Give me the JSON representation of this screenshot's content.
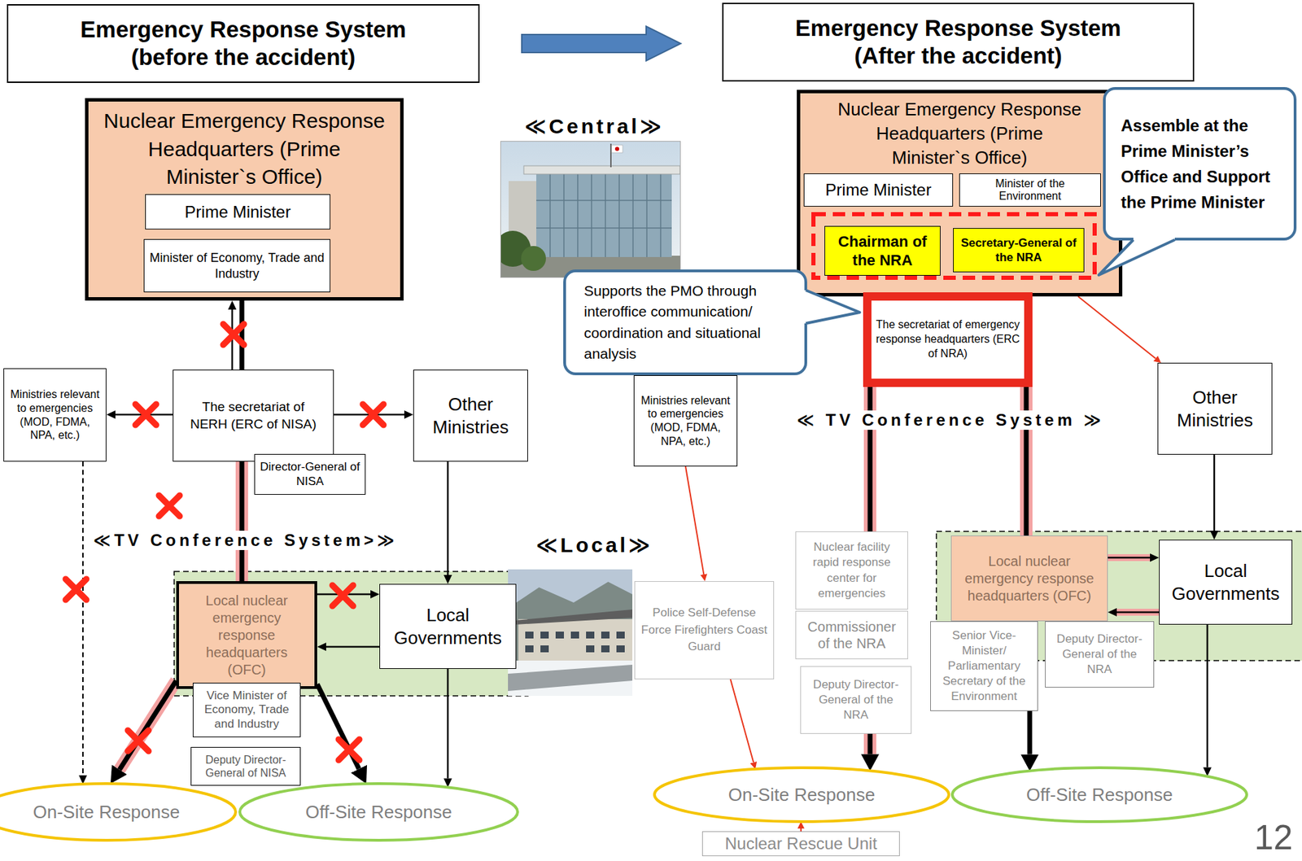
{
  "diagram": {
    "nodes": [
      {
        "text": [
          "Emergency Response System (before the accident)"
        ]
      },
      {
        "text": [
          "Emergency Response System (After the accident)"
        ]
      },
      {
        "text": [
          "Nuclear Emergency Response Headquarters (Prime Minister`s Office)"
        ]
      },
      {
        "text": [
          "Prime Minister"
        ],
        "in": 2
      },
      {
        "text": [
          "Minister of Economy, Trade and Industry"
        ],
        "in": 2
      },
      {
        "text": [
          "Ministries relevant to emergencies (MOD, FDMA, NPA, etc.)"
        ]
      },
      {
        "text": [
          "The secretariat of NERH (ERC of NISA)"
        ]
      },
      {
        "text": [
          "Director-General of NISA"
        ]
      },
      {
        "text": [
          "Other Ministries"
        ]
      },
      {
        "text": [
          "Local nuclear emergency response headquarters (OFC)"
        ]
      },
      {
        "text": [
          "Vice Minister of Economy, Trade and Industry"
        ]
      },
      {
        "text": [
          "Deputy Director-General of NISA"
        ]
      },
      {
        "text": [
          "Local Governments"
        ]
      },
      {
        "text": [
          "On-Site Response"
        ]
      },
      {
        "text": [
          "Off-Site Response"
        ]
      },
      {
        "text": [
          "Nuclear Emergency Response Headquarters (Prime Minister`s Office)"
        ]
      },
      {
        "text": [
          "Prime Minister"
        ],
        "in": 15
      },
      {
        "text": [
          "Minister of the Environment"
        ],
        "in": 15
      },
      {
        "text": [
          "Chairman of the NRA"
        ],
        "in": 15
      },
      {
        "text": [
          "Secretary-General of the NRA"
        ],
        "in": 15
      },
      {
        "text": [
          "Assemble at the Prime Minister’s Office and Support the Prime Minister"
        ]
      },
      {
        "text": [
          "Supports the PMO through interoffice communication/ coordination and situational analysis"
        ]
      },
      {
        "text": [
          "The secretariat of emergency response headquarters (ERC of NRA)"
        ]
      },
      {
        "text": [
          "Ministries relevant to emergencies (MOD, FDMA, NPA, etc.)"
        ]
      },
      {
        "text": [
          "Other Ministries"
        ]
      },
      {
        "text": [
          "Nuclear facility rapid response center for emergencies"
        ]
      },
      {
        "text": [
          "Commissioner of the NRA"
        ]
      },
      {
        "text": [
          "Deputy Director-General of the NRA"
        ]
      },
      {
        "text": [
          "Local nuclear emergency response headquarters (OFC)"
        ]
      },
      {
        "text": [
          "Senior Vice-Minister/ Parliamentary Secretary of the Environment"
        ]
      },
      {
        "text": [
          "Deputy Director-General of the NRA"
        ]
      },
      {
        "text": [
          "Local Governments"
        ]
      },
      {
        "text": [
          "Police Self-Defense Force Firefighters Coast Guard"
        ]
      },
      {
        "text": [
          "On-Site Response"
        ]
      },
      {
        "text": [
          "Off-Site Response"
        ]
      },
      {
        "text": [
          "Nuclear Rescue Unit"
        ]
      }
    ],
    "edges": [
      {
        "from": 6,
        "to": 2,
        "arrow": "to"
      },
      {
        "from": 2,
        "to": 6,
        "arrow": "none"
      },
      {
        "from": 6,
        "to": 5,
        "arrow": "to"
      },
      {
        "from": 6,
        "to": 8,
        "arrow": "to"
      },
      {
        "from": 6,
        "to": 9,
        "arrow": "none"
      },
      {
        "from": 5,
        "to": 13,
        "arrow": "to"
      },
      {
        "from": 8,
        "to": 12,
        "arrow": "to"
      },
      {
        "from": 9,
        "to": 12,
        "arrow": "to"
      },
      {
        "from": 12,
        "to": 9,
        "arrow": "to"
      },
      {
        "from": 9,
        "to": 13,
        "arrow": "to"
      },
      {
        "from": 9,
        "to": 14,
        "arrow": "to"
      },
      {
        "from": 12,
        "to": 14,
        "arrow": "to"
      },
      {
        "from": 15,
        "to": 24,
        "arrow": "to"
      },
      {
        "from": 22,
        "to": 25,
        "arrow": "none"
      },
      {
        "from": 27,
        "to": 33,
        "arrow": "to"
      },
      {
        "from": 22,
        "to": 28,
        "arrow": "none"
      },
      {
        "from": 29,
        "to": 34,
        "arrow": "to"
      },
      {
        "from": 23,
        "to": 32,
        "arrow": "to"
      },
      {
        "from": 32,
        "to": 33,
        "arrow": "to"
      },
      {
        "from": 35,
        "to": 33,
        "arrow": "to"
      },
      {
        "from": 24,
        "to": 31,
        "arrow": "to"
      },
      {
        "from": 28,
        "to": 31,
        "arrow": "to"
      },
      {
        "from": 31,
        "to": 28,
        "arrow": "to"
      },
      {
        "from": 31,
        "to": 34,
        "arrow": "to"
      }
    ],
    "labels": [
      "≪Central≫",
      "≪TV Conference System>≫",
      "≪Local≫",
      "≪ TV Conference System ≫",
      "12"
    ]
  }
}
